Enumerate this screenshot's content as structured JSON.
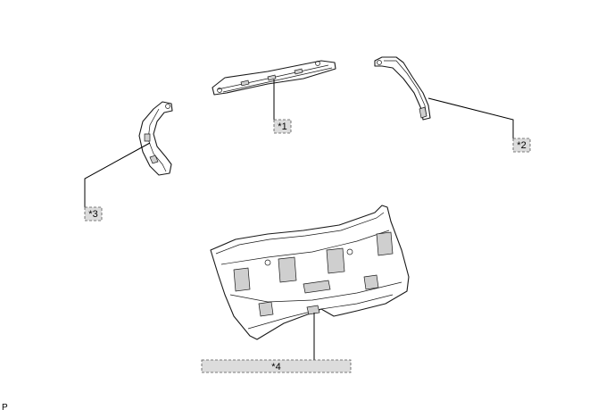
{
  "callouts": [
    {
      "id": "1",
      "label": "*1"
    },
    {
      "id": "2",
      "label": "*2"
    },
    {
      "id": "3",
      "label": "*3"
    },
    {
      "id": "4",
      "label": "*4"
    }
  ],
  "corner_mark": "P"
}
